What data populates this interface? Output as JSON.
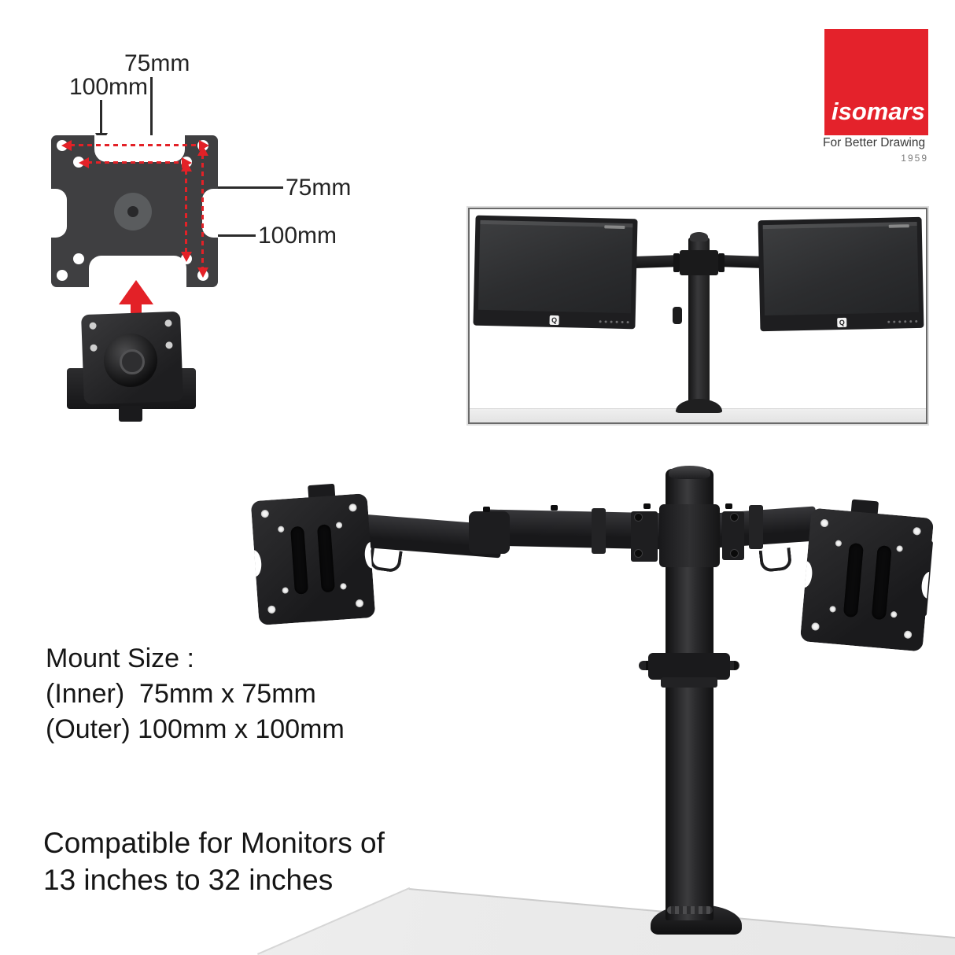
{
  "brand": {
    "name": "isomars",
    "tagline": "For Better Drawing",
    "year": "1959",
    "logo_bg": "#e4222b"
  },
  "vesa_diagram": {
    "label_outer_top": "100mm",
    "label_inner_top": "75mm",
    "label_inner_right": "75mm",
    "label_outer_right": "100mm",
    "accent_color": "#e32127"
  },
  "specs": {
    "mount_size_title": "Mount Size :",
    "inner_size": "(Inner)  75mm x 75mm",
    "outer_size": "(Outer) 100mm x 100mm"
  },
  "compatibility": {
    "line1": "Compatible for Monitors of",
    "line2": "13 inches to 32 inches"
  },
  "monitor_photo": {
    "brand_mark": "Q"
  }
}
